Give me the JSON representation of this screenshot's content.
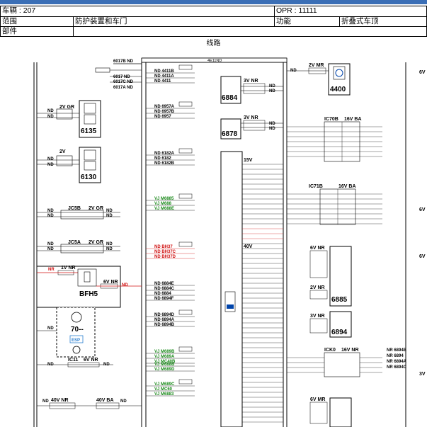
{
  "header": {
    "vehicle": "车辆 : 207",
    "opr": "OPR : 11111",
    "scope_label": "范围",
    "scope_value": "防护装置和车门",
    "function_label": "功能",
    "function_value": "折叠式车顶",
    "part_label": "部件"
  },
  "diagram": {
    "title": "线路",
    "colors": {
      "wire": "#000000",
      "alert": "#d01010",
      "ok": "#1a8a1a",
      "pcb": "#0044aa"
    },
    "modules": {
      "m6884": "6884",
      "m6878": "6878",
      "m4400": "4400",
      "m6135": "6135",
      "m6130": "6130",
      "m6885": "6885",
      "m6894": "6894",
      "bfh5": "BFH5",
      "m70": "70--",
      "esp": "ESP"
    },
    "connectors": {
      "c6017b": "6017B ND",
      "c6017": "6017 ND",
      "c6017c": "6017C ND",
      "c6017a": "6017A ND",
      "jb_top": "4E11ND",
      "cx": "2V GR",
      "c2v": "2V",
      "cjc5b": "JC5B",
      "cjc5a": "JC5A",
      "c2vgr_b": "2V GR",
      "c2vgr_c": "2V GR",
      "c1vnr": "1V NR",
      "c6vnr": "6V NR",
      "ic11": "IC11",
      "c6vnr_b": "6V NR",
      "c40vnr": "40V NR",
      "c40vba": "40V BA",
      "c3vnr": "3V NR",
      "c3vnr_b": "3V NR",
      "c15v": "15V",
      "c40v": "40V",
      "c2vmr": "2V MR",
      "ic70b": "IC70B",
      "c16vba": "16V BA",
      "ic71b": "IC71B",
      "c16vba_b": "16V BA",
      "c6vnr_r": "6V NR",
      "c2vnr": "2V NR",
      "c3vnr_r": "3V NR",
      "ick0": "ICK0",
      "c16vnr": "16V NR",
      "c6vmr": "6V MR"
    },
    "nd": "ND",
    "nr": "NR",
    "vj": "VJ",
    "bus_left": {
      "g1": [
        "ND 4411B",
        "ND 4411A",
        "ND 4411"
      ],
      "g2": [
        "ND 6957A",
        "ND 6957B",
        "ND 6957"
      ],
      "g3": [
        "ND 6182A",
        "ND 6182",
        "ND 6182B"
      ],
      "g4": [
        "VJ M6885",
        "VJ M688",
        "VJ M688E"
      ],
      "g5": [
        "ND BH37",
        "ND BH37C",
        "ND BH37D"
      ],
      "g6": [
        "ND 6884E",
        "ND 6884C",
        "ND 6884",
        "ND 6894F"
      ],
      "g7": [
        "ND 6894D",
        "ND 6894A",
        "ND 6894B"
      ],
      "g8": [
        "VJ M689B",
        "VJ M689A",
        "VJ MC40B"
      ],
      "g9": [
        "VJ M688B",
        "VJ M689D"
      ],
      "g10": [
        "VJ M689C",
        "VJ MC60",
        "VJ M6883"
      ]
    },
    "right_edge": [
      "NR 6894B",
      "NR 6894",
      "NR 6894A",
      "NR 6894C"
    ],
    "right_partial": [
      "6V",
      "6V",
      "6V",
      "3V"
    ]
  }
}
